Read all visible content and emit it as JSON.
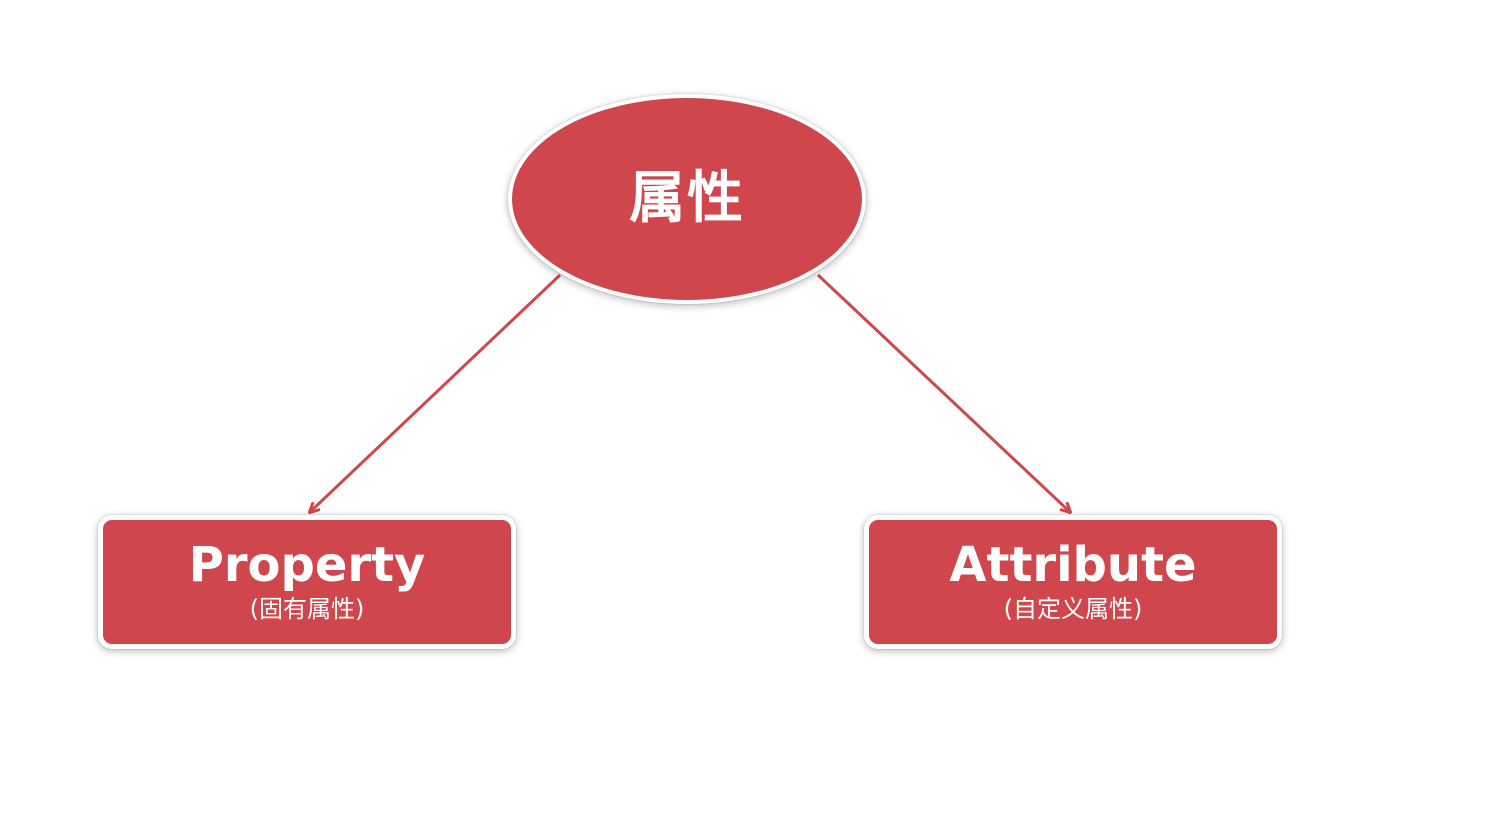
{
  "diagram": {
    "root": {
      "label": "属性"
    },
    "children": [
      {
        "title": "Property",
        "subtitle": "(固有属性)"
      },
      {
        "title": "Attribute",
        "subtitle": "(自定义属性)"
      }
    ],
    "colors": {
      "node_fill": "#cf474d",
      "node_border": "#ffffff",
      "arrow": "#cf474d",
      "text": "#ffffff"
    }
  }
}
